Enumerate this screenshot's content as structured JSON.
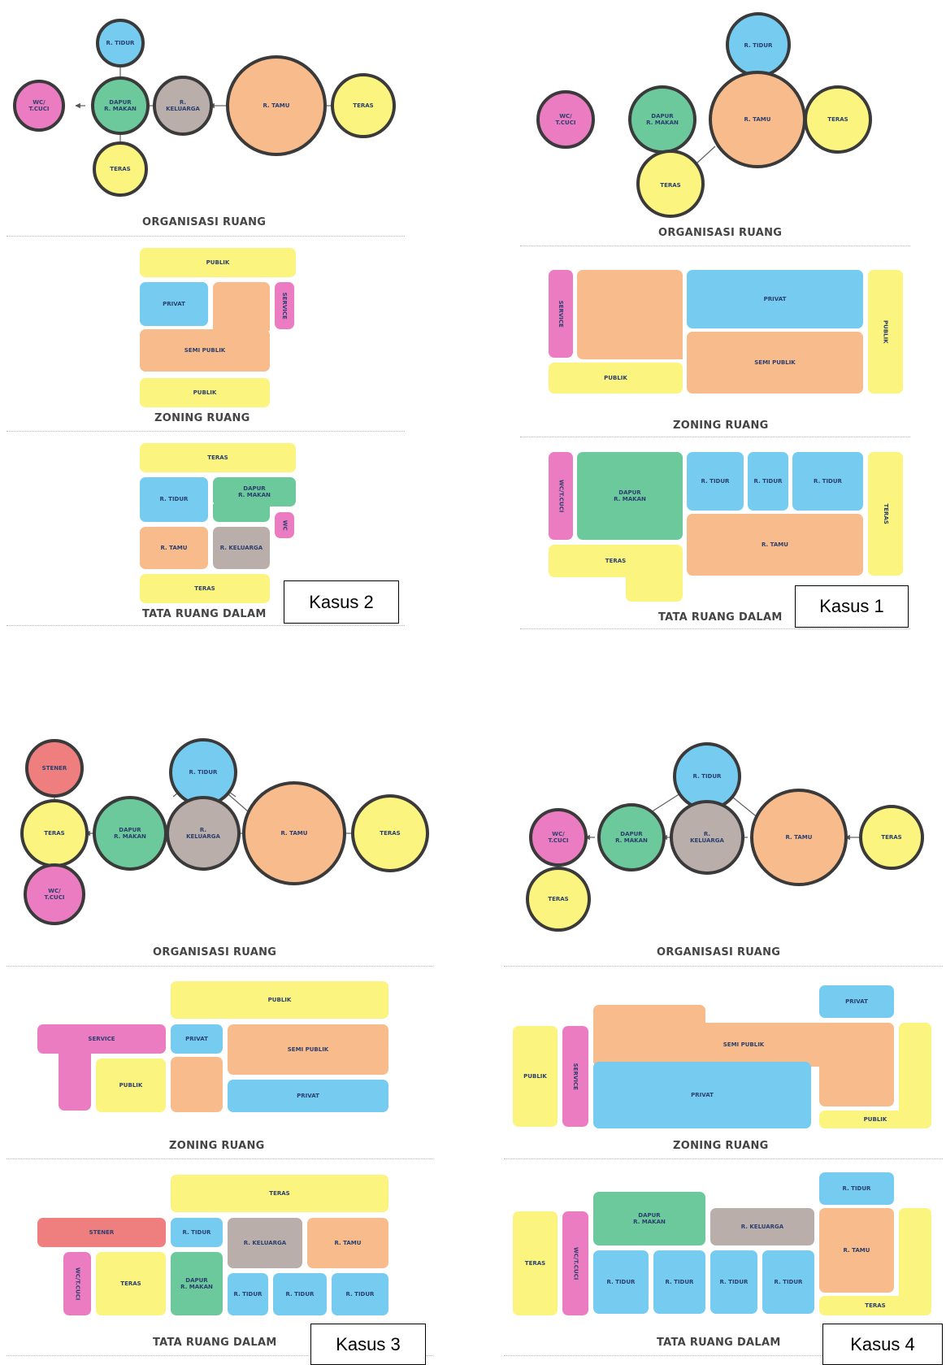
{
  "labels": {
    "organisasi": "ORGANISASI RUANG",
    "zoning": "ZONING RUANG",
    "tata": "TATA RUANG DALAM"
  },
  "colors": {
    "publik_yellow": "#fbf47e",
    "privat_blue": "#75ccf0",
    "semi_publik_orange": "#f8bb8c",
    "service_pink": "#ec7cc1",
    "dapur_green": "#6bc99b",
    "keluarga_gray": "#b9aeaa",
    "stener_red": "#ef7f7f"
  },
  "kasus2": {
    "tag": "Kasus 2",
    "org": {
      "wc": "WC/\nT.CUCI",
      "dapur": "DAPUR\nR. MAKAN",
      "tidur": "R. TIDUR",
      "teras_bottom": "TERAS",
      "keluarga": "R.\nKELUARGA",
      "tamu": "R. TAMU",
      "teras_right": "TERAS"
    },
    "zone": {
      "publik_top": "PUBLIK",
      "privat": "PRIVAT",
      "semi": "SEMI PUBLIK",
      "service": "SERVICE",
      "publik_bottom": "PUBLIK"
    },
    "tata": {
      "teras_top": "TERAS",
      "tidur": "R. TIDUR",
      "dapur": "DAPUR\nR. MAKAN",
      "wc": "WC",
      "tamu": "R. TAMU",
      "keluarga": "R. KELUARGA",
      "teras_bottom": "TERAS"
    }
  },
  "kasus1": {
    "tag": "Kasus 1",
    "org": {
      "tidur": "R. TIDUR",
      "wc": "WC/\nT.CUCI",
      "dapur": "DAPUR\nR. MAKAN",
      "tamu": "R. TAMU",
      "teras_right": "TERAS",
      "teras_bottom": "TERAS"
    },
    "zone": {
      "service": "SERVICE",
      "privat": "PRIVAT",
      "semi": "SEMI PUBLIK",
      "publik_bottom": "PUBLIK",
      "publik_right": "PUBLIK"
    },
    "tata": {
      "wc": "WC/T.CUCI",
      "dapur": "DAPUR\nR. MAKAN",
      "tidur1": "R. TIDUR",
      "tidur2": "R. TIDUR",
      "tidur3": "R. TIDUR",
      "teras_right": "TERAS",
      "tamu": "R. TAMU",
      "teras_bottom": "TERAS"
    }
  },
  "kasus3": {
    "tag": "Kasus 3",
    "org": {
      "stener": "STENER",
      "teras_left": "TERAS",
      "wc": "WC/\nT.CUCI",
      "dapur": "DAPUR\nR. MAKAN",
      "tidur": "R. TIDUR",
      "keluarga": "R.\nKELUARGA",
      "tamu": "R. TAMU",
      "teras_right": "TERAS"
    },
    "zone": {
      "publik_top": "PUBLIK",
      "service": "SERVICE",
      "privat_small": "PRIVAT",
      "semi": "SEMI PUBLIK",
      "publik_left": "PUBLIK",
      "privat_big": "PRIVAT"
    },
    "tata": {
      "teras_top": "TERAS",
      "stener": "STENER",
      "tidur_small": "R. TIDUR",
      "keluarga": "R. KELUARGA",
      "tamu": "R. TAMU",
      "wc": "WC/T.CUCI",
      "teras_left": "TERAS",
      "dapur": "DAPUR\nR. MAKAN",
      "tidur1": "R. TIDUR",
      "tidur2": "R. TIDUR",
      "tidur3": "R. TIDUR"
    }
  },
  "kasus4": {
    "tag": "Kasus 4",
    "org": {
      "tidur": "R. TIDUR",
      "wc": "WC/\nT.CUCI",
      "dapur": "DAPUR\nR. MAKAN",
      "keluarga": "R.\nKELUARGA",
      "tamu": "R. TAMU",
      "teras_right": "TERAS",
      "teras_bottom": "TERAS"
    },
    "zone": {
      "privat_top": "PRIVAT",
      "publik_left": "PUBLIK",
      "service": "SERVICE",
      "semi": "SEMI PUBLIK",
      "privat_big": "PRIVAT",
      "publik_bottom": "PUBLIK"
    },
    "tata": {
      "tidur_top": "R. TIDUR",
      "teras_left": "TERAS",
      "wc": "WC/T.CUCI",
      "dapur": "DAPUR\nR. MAKAN",
      "keluarga": "R. KELUARGA",
      "tamu": "R. TAMU",
      "tidur1": "R. TIDUR",
      "tidur2": "R. TIDUR",
      "tidur3": "R. TIDUR",
      "tidur4": "R. TIDUR",
      "teras_bottom": "TERAS"
    }
  }
}
